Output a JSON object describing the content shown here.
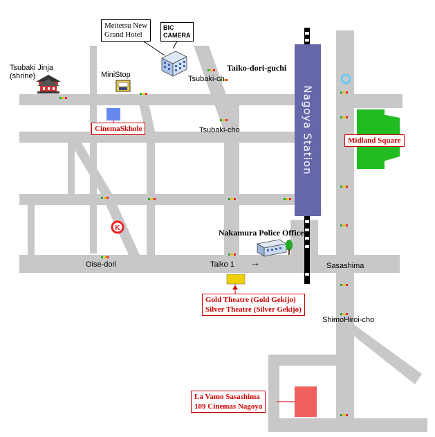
{
  "map": {
    "colors": {
      "road": "#c8c8c8",
      "station": "#6666aa",
      "park": "#22bb22",
      "label_red": "#cc0000",
      "gold_theatre": "#f0d000",
      "cinema_skhole": "#6688ee",
      "la_vamo": "#f06060"
    },
    "station": {
      "name": "Nagoya Station"
    },
    "labels": {
      "tsubaki_jinja": "Tsubaki Jinja",
      "shrine": "(shrine)",
      "ministop": "MiniStop",
      "tsubaki_ch_top": "Tsubaki-ch",
      "taiko_dori_guchi": "Taiko-dori-guchi",
      "tsubaki_cho": "Tsubaki-cho",
      "oise_dori": "Oise-dori",
      "taiko_1": "Taiko 1",
      "taiko_1_arrow": "→",
      "sasashima": "Sasashima",
      "shimohiroi_cho": "ShimoHiroi-cho",
      "nakamura_police": "Nakamura Police Office",
      "circle_k": "K"
    },
    "hotel": {
      "line1": "Meitetsu New",
      "line2": "Grand Hotel"
    },
    "bic_camera": {
      "line1": "BIC",
      "line2": "CAMERA"
    },
    "red_labels": {
      "cinema_skhole": "CinemaSkhole",
      "midland_square": "Midland Square",
      "gold_theatre": "Gold Theatre (Gold Gekijo)",
      "silver_theatre": "Silver Theatre (Silver Gekijo)",
      "la_vamo": "La Vamo Sasashima",
      "cinemas_109": "109 Cinemas Nagoya"
    },
    "icons": [
      "shrine-icon",
      "ministop-icon",
      "building-icon",
      "police-building-icon",
      "tree-icon",
      "circle-k-icon",
      "subway-icon",
      "traffic-light-icon"
    ]
  }
}
